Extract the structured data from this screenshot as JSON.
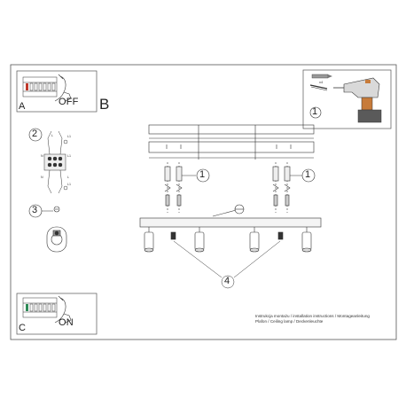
{
  "panels": {
    "a": {
      "letter": "A",
      "status": "OFF"
    },
    "b": {
      "letter": "B"
    },
    "c": {
      "letter": "C",
      "status": "ON"
    }
  },
  "steps": [
    "1",
    "2",
    "3",
    "4"
  ],
  "wiring": {
    "l": "L",
    "n": "N",
    "l1": "L1"
  },
  "screws": {
    "count": "x4"
  },
  "caption": {
    "line1": "Instrukcja montażu / installation instructions / Montageanleitung",
    "line2": "Plafon / Ceiling lamp / Deckenleuchte"
  },
  "colors": {
    "stroke": "#333333",
    "panel_border": "#555555",
    "tool_orange": "#c77b3a",
    "tool_dark": "#5a5a5a"
  }
}
